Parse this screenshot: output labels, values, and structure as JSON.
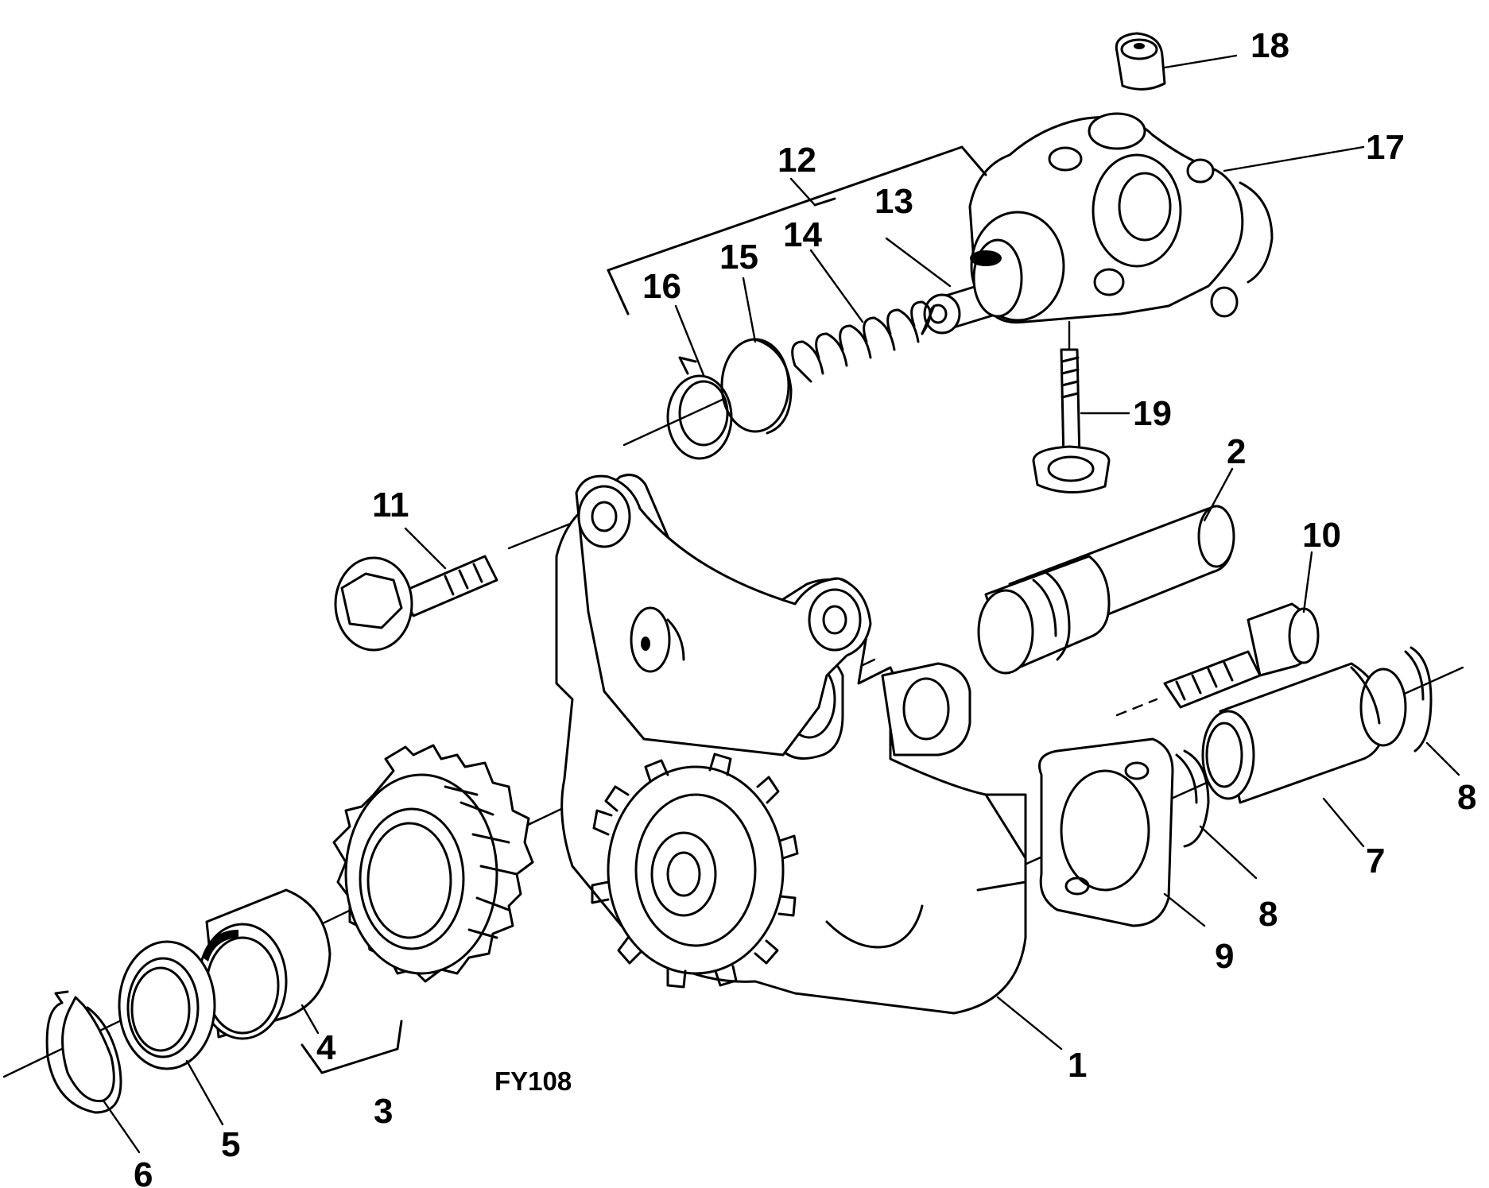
{
  "figure_code": "FY108",
  "callouts": [
    "1",
    "2",
    "3",
    "4",
    "5",
    "6",
    "7",
    "8",
    "8",
    "9",
    "10",
    "11",
    "12",
    "13",
    "14",
    "15",
    "16",
    "17",
    "18",
    "19"
  ]
}
